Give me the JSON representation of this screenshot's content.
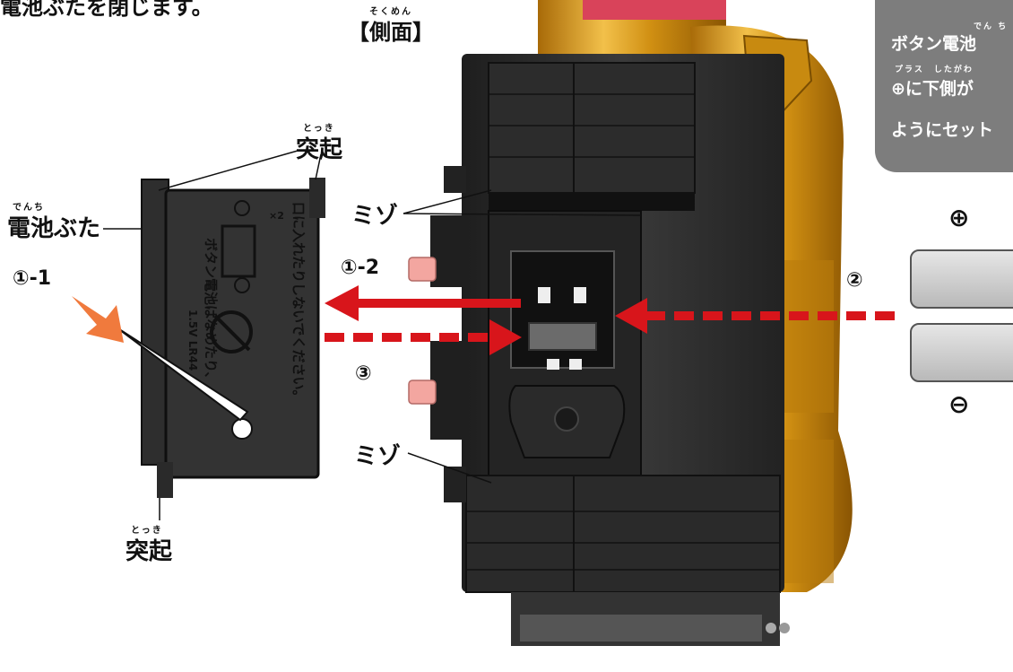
{
  "top_text": "電池ぶたを閉じます。",
  "side_view": {
    "ruby": "そくめん",
    "label": "【側面】"
  },
  "labels": {
    "tokki_ruby": "とっき",
    "tokki": "突起",
    "denchibuta_ruby": "でんち",
    "denchibuta": "電池ぶた",
    "mizo": "ミゾ"
  },
  "steps": {
    "s1_1": "①-1",
    "s1_2": "①-2",
    "s2": "②",
    "s3": "③"
  },
  "cover": {
    "line1": "ボタン電池はなめたり、",
    "line2": "口に入れたりしないでください。",
    "spec": "1.5V LR44",
    "count": "×2"
  },
  "callout": {
    "line1": "ボタン電池",
    "line1_ruby": "でん ち",
    "line2": "⊕に下側が",
    "line2_ruby": "プラス　したがわ",
    "line3": "ようにセット"
  },
  "battery": {
    "plus": "⊕",
    "minus": "⊖"
  },
  "colors": {
    "arrow": "#d8151b",
    "device": "#2b2b2b",
    "gold": "#d89a1c",
    "callout": "#7d7d7d"
  }
}
